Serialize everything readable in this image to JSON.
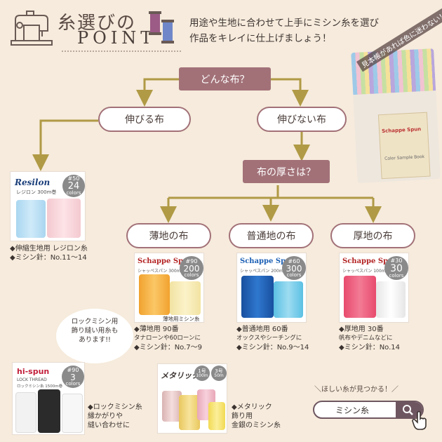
{
  "header": {
    "title_jp": "糸選びの",
    "title_en": "POINT",
    "intro_line1": "用途や生地に合わせて上手にミシン糸を選び",
    "intro_line2": "作品をキレイに仕上げましょう！"
  },
  "sample_book": {
    "overlay_text": "見本帳があれば色に迷わない！",
    "brand": "Schappe Spun",
    "subtitle": "Color Sample Book"
  },
  "flow": {
    "q1": "どんな布？",
    "stretch": "伸びる布",
    "non_stretch": "伸びない布",
    "q2": "布の厚さは？",
    "thin": "薄地の布",
    "normal": "普通地の布",
    "thick": "厚地の布"
  },
  "products": {
    "resilon": {
      "brand": "Resilon",
      "sub": "レジロン 300m巻",
      "badge_no": "#50",
      "badge_count": "24",
      "badge_unit": "colors",
      "line1": "◆伸縮生地用 レジロン糸",
      "line2": "◆ミシン針：No.11〜14"
    },
    "thin": {
      "brand": "Schappe Spun",
      "sub": "シャッペスパン 300m巻",
      "badge_no": "#90",
      "badge_count": "200",
      "badge_unit": "colors",
      "caption": "薄地用ミシン糸",
      "line1": "◆薄地用 90番",
      "line2": "タナローンや60ローンに",
      "line3": "◆ミシン針：No.7〜9"
    },
    "normal": {
      "brand": "Schappe Spun",
      "sub": "シャッペスパン 200m巻",
      "badge_no": "#60",
      "badge_count": "300",
      "badge_unit": "colors",
      "line1": "◆普通地用 60番",
      "line2": "オックスやシーチングに",
      "line3": "◆ミシン針：No.9〜14"
    },
    "thick": {
      "brand": "Schappe Spun",
      "sub": "シャッペスパン 100m巻",
      "badge_no": "#30",
      "badge_count": "30",
      "badge_unit": "colors",
      "line1": "◆厚地用 30番",
      "line2": "帆布やデニムなどに",
      "line3": "◆ミシン針：No.14"
    },
    "hispun": {
      "brand": "hi-spun",
      "sub1": "LOCK THREAD",
      "sub2": "ロックミシン糸 1500m巻",
      "badge_no": "#90",
      "badge_count": "3",
      "badge_unit": "colors",
      "line1": "◆ロックミシン糸",
      "line2": "縁かがりや",
      "line3": "縫い合わせに"
    },
    "metallic": {
      "brand": "メタリック",
      "badge1_a": "1号",
      "badge1_b": "100m",
      "badge2_a": "3号",
      "badge2_b": "50m",
      "line1": "◆メタリック",
      "line2": "飾り用",
      "line3": "金銀のミシン糸"
    }
  },
  "speech": {
    "line1": "ロックミシン用",
    "line2": "飾り縫い用糸も",
    "line3": "あります!!"
  },
  "search": {
    "caption": "＼ほしい糸が見つかる！／",
    "value": "ミシン糸"
  },
  "colors": {
    "accent": "#a27178",
    "background": "#f6ebdc",
    "arrow": "#b09a45"
  }
}
